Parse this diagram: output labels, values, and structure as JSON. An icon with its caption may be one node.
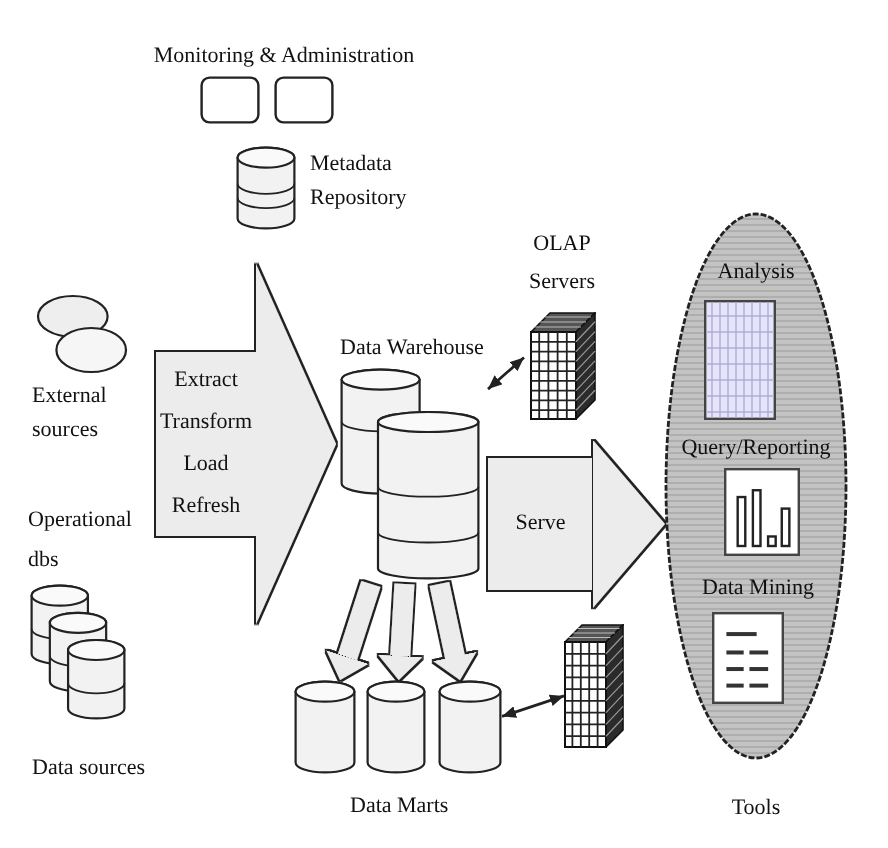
{
  "diagram": {
    "nodes": [
      {
        "text": [
          "Monitoring & Administration"
        ]
      },
      {
        "text": [
          "Metadata Repository"
        ]
      },
      {
        "text": [
          "External sources"
        ]
      },
      {
        "text": [
          "Operational dbs"
        ]
      },
      {
        "text": [
          "Data Warehouse"
        ]
      },
      {
        "text": [
          "OLAP Servers"
        ]
      },
      {
        "text": [
          "Tools"
        ]
      },
      {
        "text": [
          "Analysis"
        ],
        "in": 6
      },
      {
        "text": [
          "Query/Reporting"
        ],
        "in": 6
      },
      {
        "text": [
          "Data Mining"
        ],
        "in": 6
      },
      {
        "text": [],
        "shape": "cube"
      },
      {
        "text": [],
        "shape": "cylinder"
      },
      {
        "text": [],
        "shape": "cylinder"
      },
      {
        "text": [],
        "shape": "cylinder"
      }
    ],
    "edges": [
      {
        "from": null,
        "to": 4,
        "arrow": "to",
        "label": "Extract Transform Load Refresh",
        "style": "thick"
      },
      {
        "from": 4,
        "to": 5,
        "arrow": "both",
        "color": "#222222"
      },
      {
        "from": 4,
        "to": 6,
        "arrow": "to",
        "label": "Serve",
        "style": "thick"
      },
      {
        "from": 4,
        "to": 11,
        "arrow": "to",
        "style": "thick"
      },
      {
        "from": 4,
        "to": 12,
        "arrow": "to",
        "style": "thick"
      },
      {
        "from": 4,
        "to": 13,
        "arrow": "to",
        "style": "thick"
      },
      {
        "from": 13,
        "to": 10,
        "arrow": "both",
        "color": "#222222"
      }
    ],
    "labels": [
      "Data sources",
      "Data Marts"
    ]
  }
}
